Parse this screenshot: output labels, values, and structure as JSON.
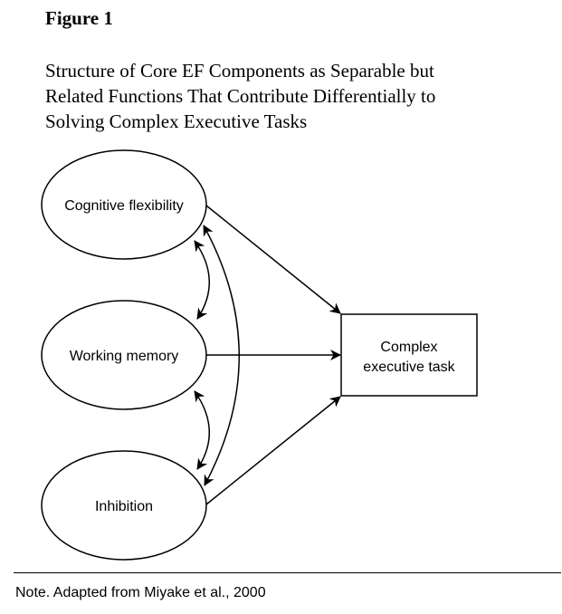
{
  "figure": {
    "label": "Figure 1",
    "title_lines": [
      "Structure of Core EF Components as Separable but",
      "Related Functions That Contribute Differentially to",
      "Solving Complex Executive Tasks"
    ]
  },
  "diagram": {
    "nodes": [
      {
        "id": "cognitive-flexibility",
        "shape": "ellipse",
        "label": "Cognitive flexibility"
      },
      {
        "id": "working-memory",
        "shape": "ellipse",
        "label": "Working memory"
      },
      {
        "id": "inhibition",
        "shape": "ellipse",
        "label": "Inhibition"
      },
      {
        "id": "complex-executive-task",
        "shape": "rectangle",
        "label_lines": [
          "Complex",
          "executive task"
        ]
      }
    ],
    "edges": [
      {
        "from": "cognitive-flexibility",
        "to": "complex-executive-task",
        "type": "directed"
      },
      {
        "from": "working-memory",
        "to": "complex-executive-task",
        "type": "directed"
      },
      {
        "from": "inhibition",
        "to": "complex-executive-task",
        "type": "directed"
      },
      {
        "from": "cognitive-flexibility",
        "to": "working-memory",
        "type": "bidirectional-curved"
      },
      {
        "from": "working-memory",
        "to": "inhibition",
        "type": "bidirectional-curved"
      },
      {
        "from": "cognitive-flexibility",
        "to": "inhibition",
        "type": "bidirectional-curved"
      }
    ]
  },
  "note": "Note. Adapted from Miyake et al., 2000"
}
